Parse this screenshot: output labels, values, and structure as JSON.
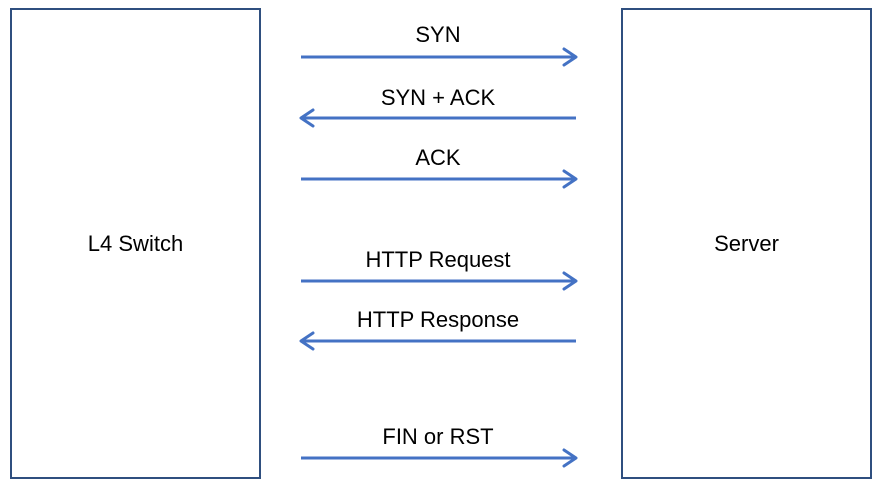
{
  "nodes": {
    "left": "L4 Switch",
    "right": "Server"
  },
  "messages": [
    {
      "label": "SYN",
      "direction": "right"
    },
    {
      "label": "SYN + ACK",
      "direction": "left"
    },
    {
      "label": "ACK",
      "direction": "right"
    },
    {
      "label": "HTTP Request",
      "direction": "right"
    },
    {
      "label": "HTTP Response",
      "direction": "left"
    },
    {
      "label": "FIN or RST",
      "direction": "right"
    }
  ],
  "colors": {
    "arrow": "#4472c4",
    "box_border": "#2f4f7f"
  }
}
